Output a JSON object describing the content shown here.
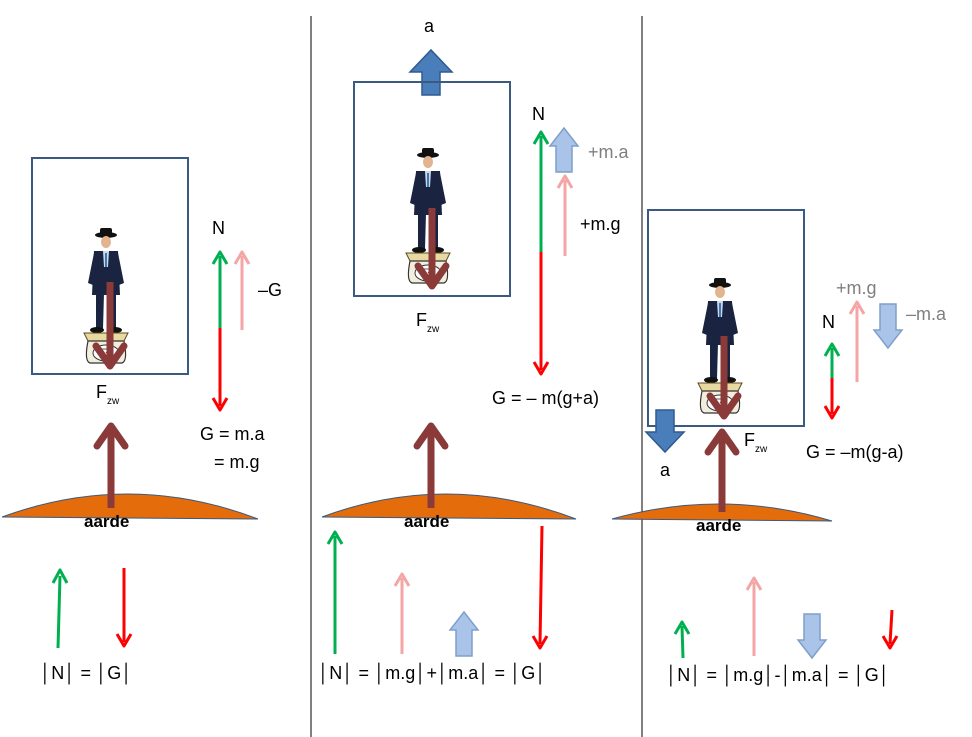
{
  "colors": {
    "green": "#00b050",
    "red": "#ff0000",
    "pink": "#f4a6a6",
    "brown": "#8b3a3a",
    "blue": "#4a7ebb",
    "light_blue": "#a9c4e8",
    "earth": "#e46c0a",
    "box_border": "#3a5a80"
  },
  "panels": [
    {
      "force_label": "F",
      "force_sub": "zw",
      "earth_label": "aarde",
      "n_label": "N",
      "g_label_top": "–G",
      "g_eq_line1": "G = m.a",
      "g_eq_line2": "= m.g",
      "bottom_equation": "│N│ =  │G│"
    },
    {
      "accel_label": "a",
      "force_label": "F",
      "force_sub": "zw",
      "earth_label": "aarde",
      "n_label": "N",
      "ma_label": "+m.a",
      "mg_label": "+m.g",
      "g_eq": "G = – m(g+a)",
      "bottom_equation": "│N│ = │m.g│+│m.a│ = │G│"
    },
    {
      "accel_label": "a",
      "force_label": "F",
      "force_sub": "zw",
      "earth_label": "aarde",
      "n_label": "N",
      "mg_label": "+m.g",
      "ma_label": "–m.a",
      "g_eq": "G = –m(g-a)",
      "bottom_equation": "│N│ = │m.g│-│m.a│ = │G│"
    }
  ]
}
